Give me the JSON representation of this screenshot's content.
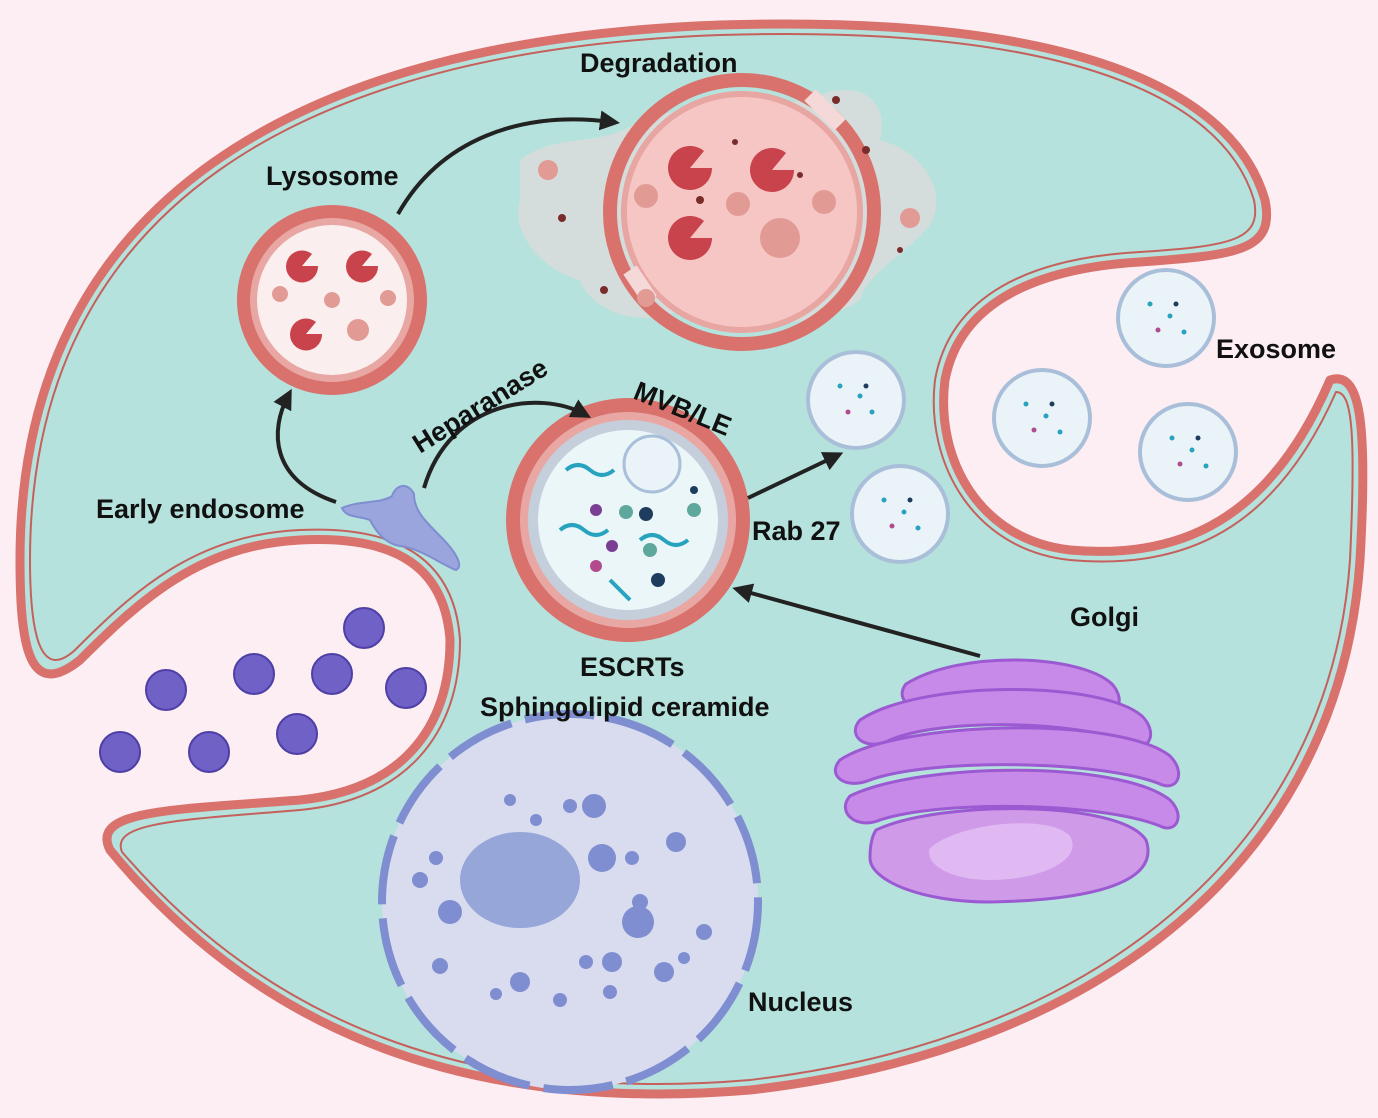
{
  "labels": {
    "degradation": "Degradation",
    "lysosome": "Lysosome",
    "heparanase": "Heparanase",
    "mvb_le": "MVB/LE",
    "exosome": "Exosome",
    "early_endosome": "Early endosome",
    "rab27": "Rab 27",
    "golgi": "Golgi",
    "escrts": "ESCRTs",
    "sphingolipid": "Sphingolipid ceramide",
    "nucleus": "Nucleus"
  },
  "colors": {
    "background": "#fdeef4",
    "cytoplasm": "#b5e2dc",
    "membrane": "#d9726c",
    "membrane_dark": "#c5605c",
    "lysosome_inner": "#fbeeee",
    "enzyme_dark": "#c8434b",
    "enzyme_light": "#e29a95",
    "mvb_inner": "#eaf6f8",
    "vesicle_fill": "#eaf3f7",
    "vesicle_border": "#a9bfd9",
    "nucleus_fill": "#d9dcef",
    "nucleus_dots": "#7f8ed1",
    "nucleolus": "#96a6d8",
    "golgi_fill": "#c88ae8",
    "golgi_edge": "#9b5ad1",
    "particle_fill": "#7061c7",
    "endosome_fill": "#9aa4dd",
    "arrow": "#222222"
  },
  "icons": [
    "lysosome-icon",
    "degradation-icon",
    "mvb-icon",
    "exosome-icon",
    "early-endosome-icon",
    "golgi-icon",
    "nucleus-icon",
    "particle-icon"
  ]
}
